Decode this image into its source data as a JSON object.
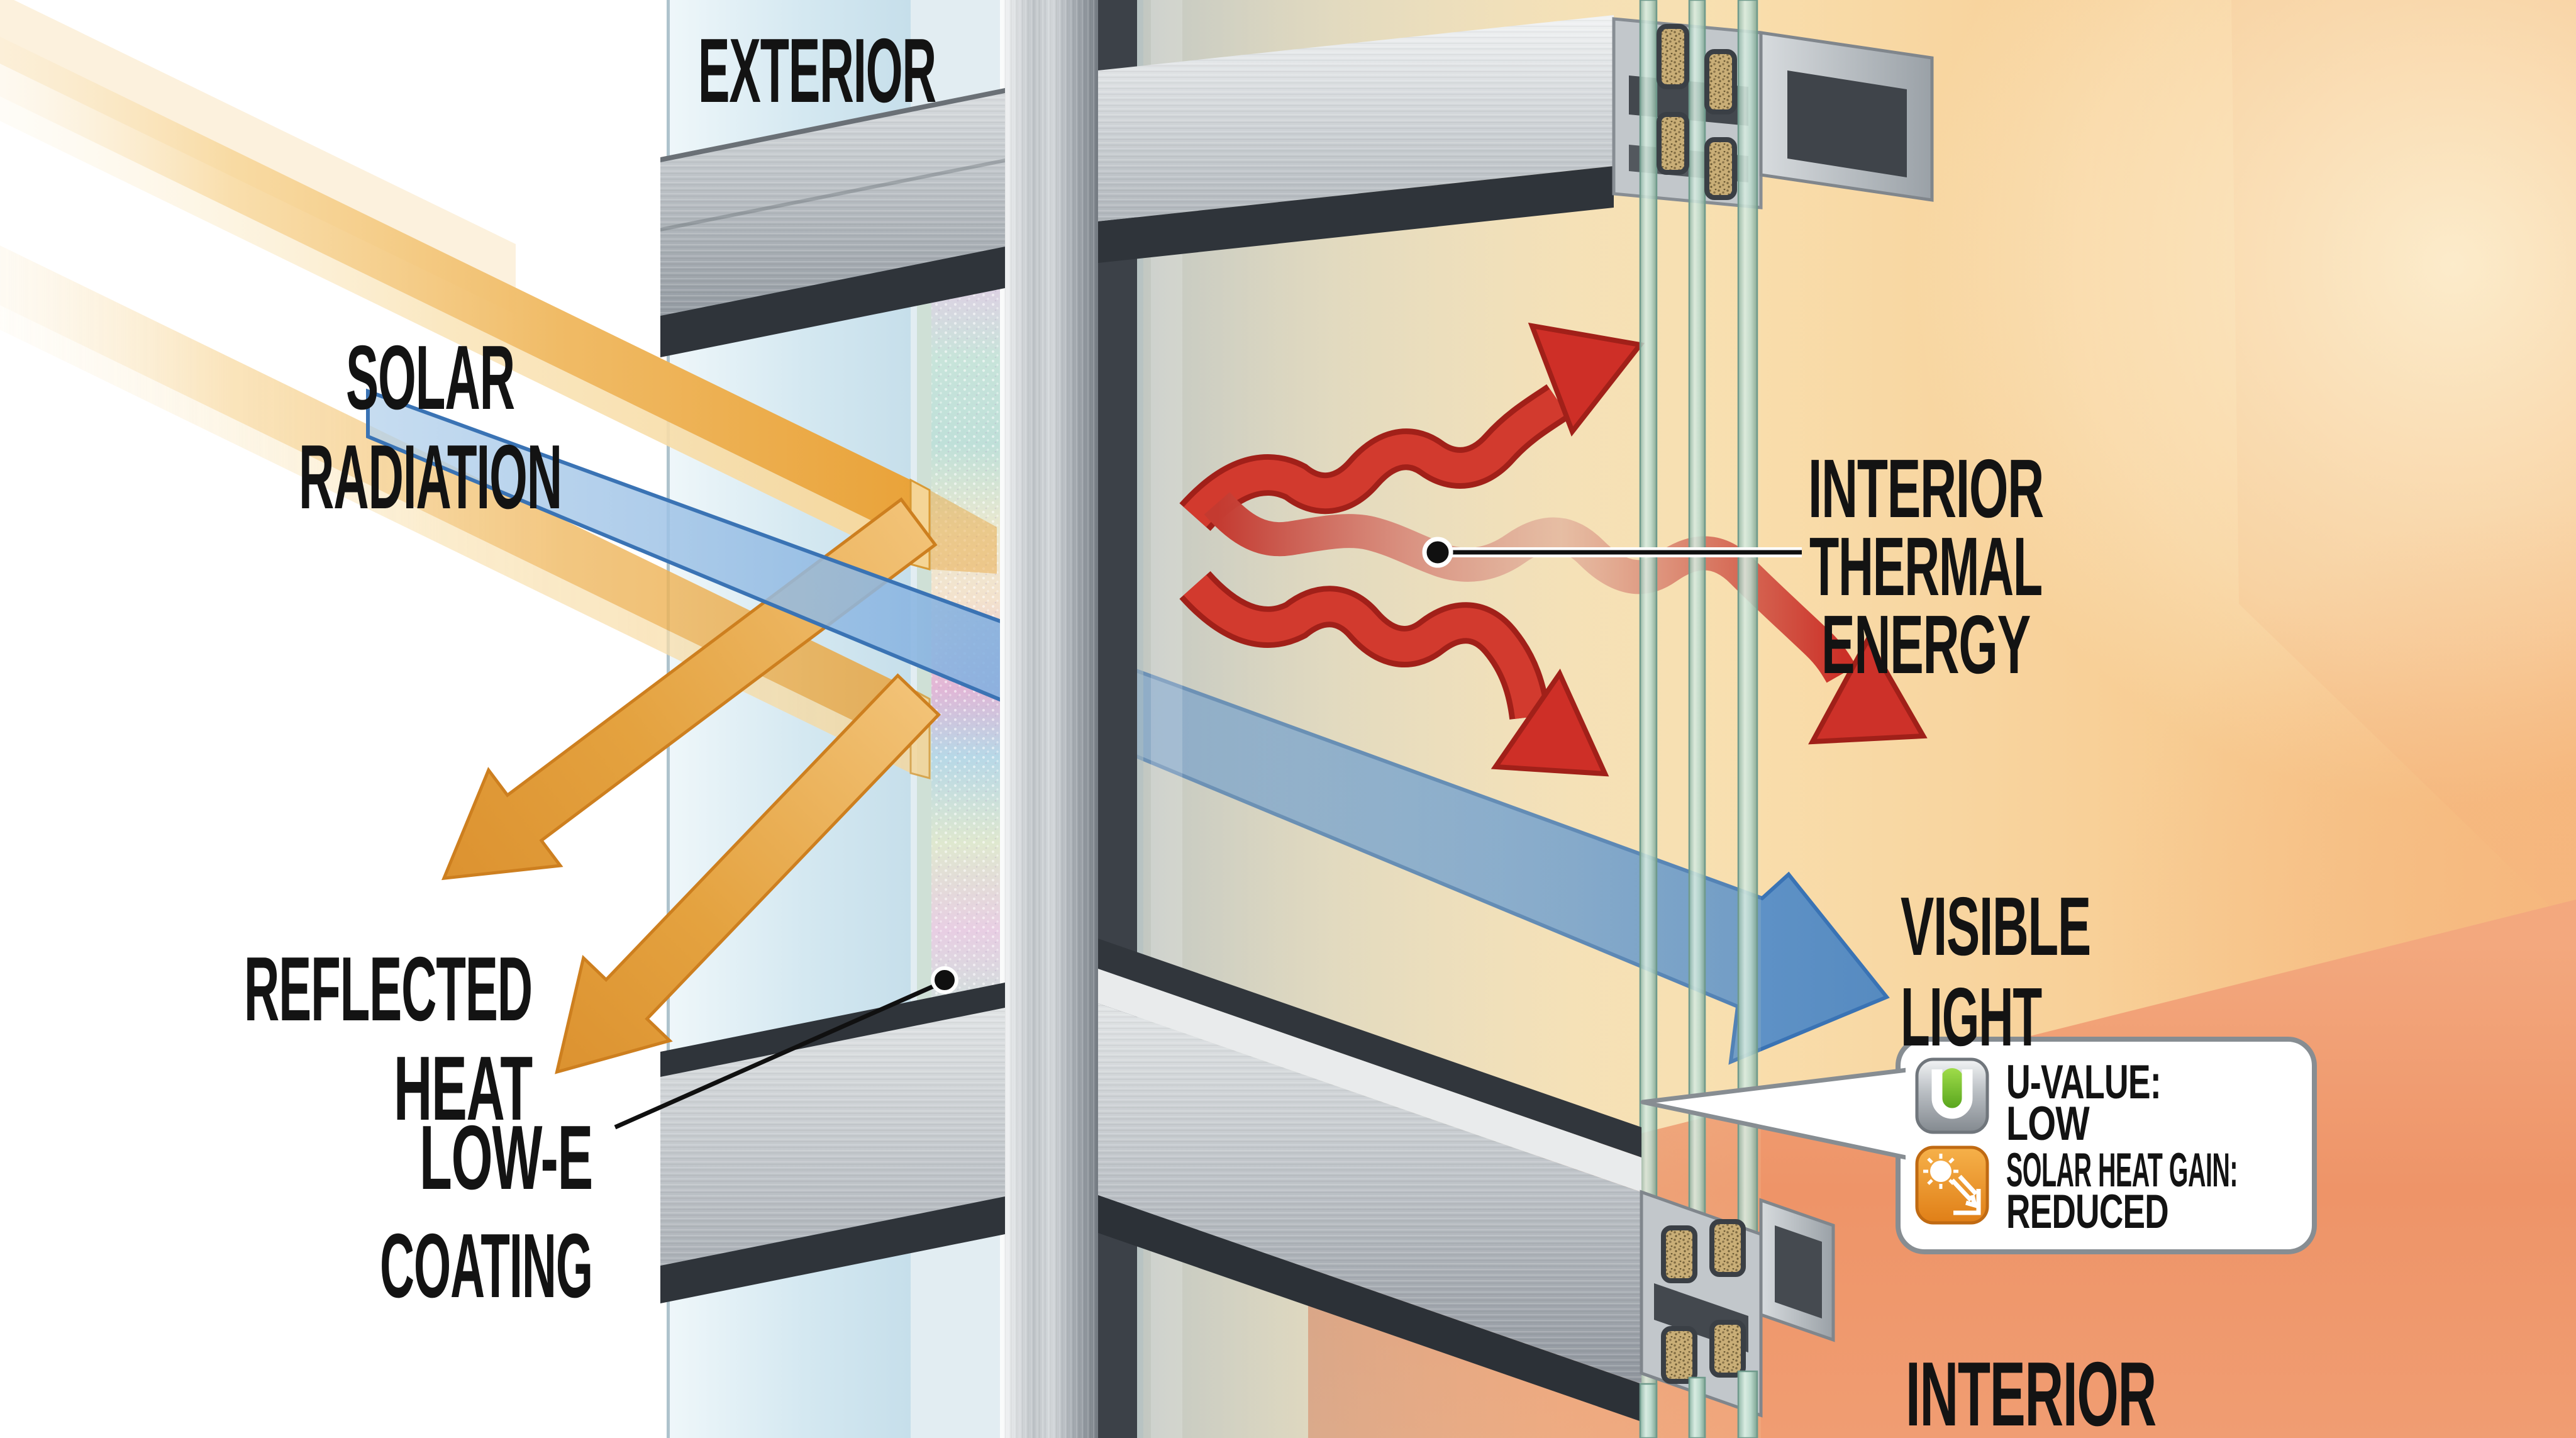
{
  "diagram": {
    "title": "Low-E coating glazing energy diagram",
    "labels": {
      "exterior": "EXTERIOR",
      "solar_line1": "SOLAR",
      "solar_line2": "RADIATION",
      "reflected_line1": "REFLECTED",
      "reflected_line2": "HEAT",
      "lowe_line1": "LOW-E",
      "lowe_line2": "COATING",
      "thermal_line1": "INTERIOR",
      "thermal_line2": "THERMAL",
      "thermal_line3": "ENERGY",
      "visible_line1": "VISIBLE",
      "visible_line2": "LIGHT",
      "interior": "INTERIOR"
    },
    "callout": {
      "u_value_label": "U-VALUE:",
      "u_value_value": "LOW",
      "u_glyph": "U",
      "shg_label": "SOLAR HEAT GAIN:",
      "shg_value": "REDUCED"
    },
    "icons": {
      "u_value": "u-badge-icon",
      "solar_heat_gain": "sun-arrow-icon"
    },
    "colors": {
      "solar_orange": "#E9A238",
      "reflected_orange": "#E09A36",
      "visible_light_blue": "#5B96D6",
      "thermal_red": "#CE2F27",
      "exterior_glass": "#D8EAF3",
      "aluminum": "#C9CDD1",
      "frame_dark": "#3C4148",
      "interior_wall": "#F8DCA4",
      "interior_floor": "#EF9A6E",
      "coating_iridescent": [
        "#E8C9E8",
        "#BFE2DA",
        "#F4E3CE",
        "#B8D9E8",
        "#E9CFE4"
      ]
    }
  }
}
